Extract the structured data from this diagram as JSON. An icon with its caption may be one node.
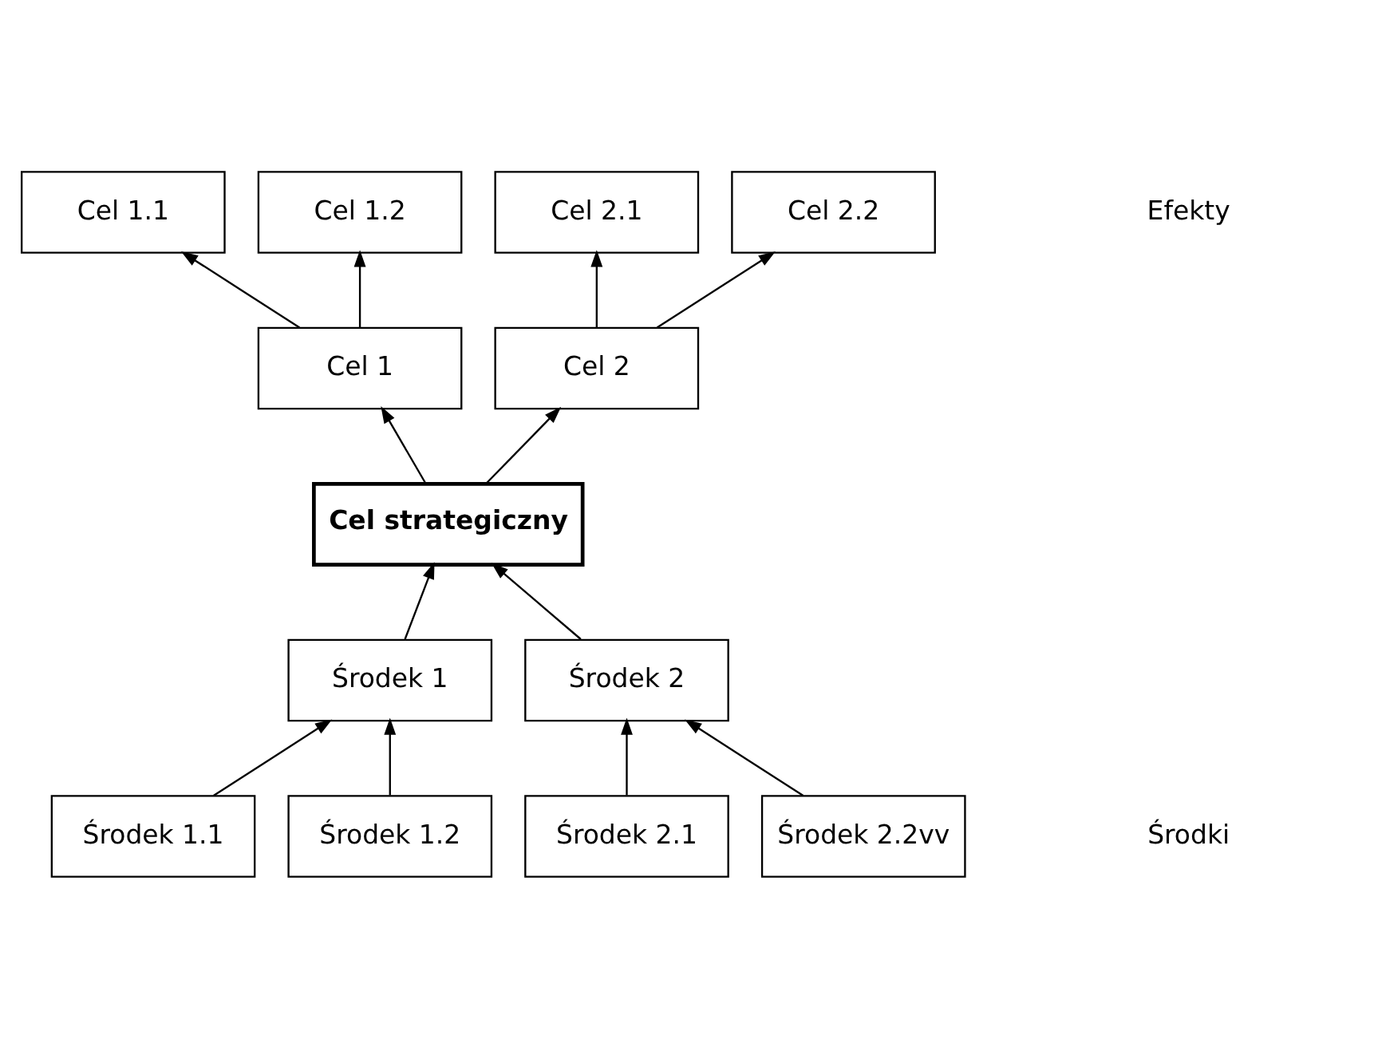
{
  "diagram": {
    "nodes": [
      {
        "text": [
          "Cel 1.1"
        ]
      },
      {
        "text": [
          "Cel 1.2"
        ]
      },
      {
        "text": [
          "Cel 2.1"
        ]
      },
      {
        "text": [
          "Cel 2.2"
        ]
      },
      {
        "text": [
          "Cel 1"
        ]
      },
      {
        "text": [
          "Cel 2"
        ]
      },
      {
        "text": [
          "Cel strategiczny"
        ]
      },
      {
        "text": [
          "Środek 1"
        ]
      },
      {
        "text": [
          "Środek 2"
        ]
      },
      {
        "text": [
          "Środek 1.1"
        ]
      },
      {
        "text": [
          "Środek 1.2"
        ]
      },
      {
        "text": [
          "Środek 2.1"
        ]
      },
      {
        "text": [
          "Środek 2.2vv"
        ]
      }
    ],
    "edges": [
      {
        "from": 4,
        "to": 0,
        "arrow": "to"
      },
      {
        "from": 4,
        "to": 1,
        "arrow": "to"
      },
      {
        "from": 5,
        "to": 2,
        "arrow": "to"
      },
      {
        "from": 5,
        "to": 3,
        "arrow": "to"
      },
      {
        "from": 6,
        "to": 4,
        "arrow": "to"
      },
      {
        "from": 6,
        "to": 5,
        "arrow": "to"
      },
      {
        "from": 7,
        "to": 6,
        "arrow": "to"
      },
      {
        "from": 8,
        "to": 6,
        "arrow": "to"
      },
      {
        "from": 9,
        "to": 7,
        "arrow": "to"
      },
      {
        "from": 10,
        "to": 7,
        "arrow": "to"
      },
      {
        "from": 11,
        "to": 8,
        "arrow": "to"
      },
      {
        "from": 12,
        "to": 8,
        "arrow": "to"
      }
    ],
    "labels": [
      "Efekty",
      "Środki"
    ]
  }
}
